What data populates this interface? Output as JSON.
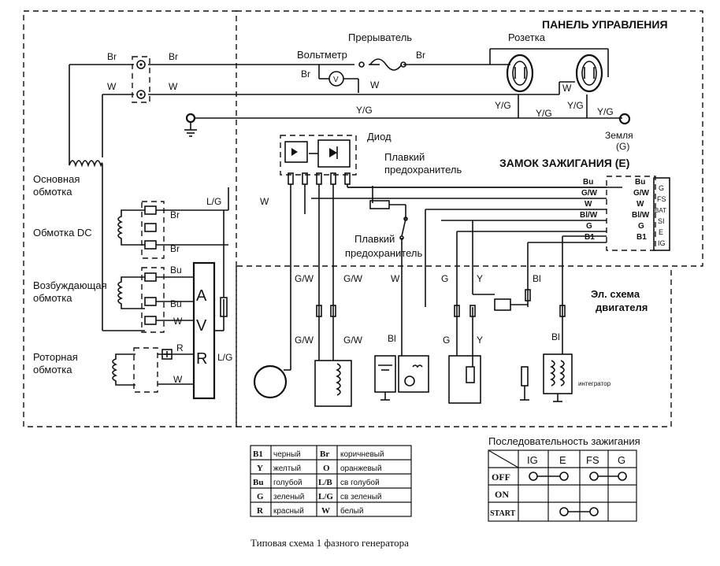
{
  "labels": {
    "control_panel": "ПАНЕЛЬ УПРАВЛЕНИЯ",
    "breaker": "Прерыватель",
    "voltmeter": "Вольтметр",
    "socket": "Розетка",
    "earth": "Земля",
    "earth_g": "(G)",
    "diode": "Диод",
    "fuse1_line1": "Плавкий",
    "fuse1_line2": "предохранитель",
    "fuse2_line1": "Плавкий",
    "fuse2_line2": "предохранитель",
    "ignition_switch": "ЗАМОК ЗАЖИГАНИЯ (E)",
    "main_winding_1": "Основная",
    "main_winding_2": "обмотка",
    "dc_winding": "Обмотка DC",
    "exciter_winding_1": "Возбуждающая",
    "exciter_winding_2": "обмотка",
    "rotor_winding_1": "Роторная",
    "rotor_winding_2": "обмотка",
    "engine_circuit_1": "Эл. схема",
    "engine_circuit_2": "двигателя",
    "integrator": "интегратор",
    "avr_a": "A",
    "avr_v": "V",
    "avr_r": "R",
    "caption": "Типовая схема 1 фазного генератора"
  },
  "wire_codes": {
    "br": "Br",
    "w": "W",
    "yg": "Y/G",
    "lg": "L/G",
    "bu": "Bu",
    "gw": "G/W",
    "g": "G",
    "y": "Y",
    "bl": "Bl",
    "blw": "Bl/W",
    "b1": "B1",
    "r": "R"
  },
  "switch_terminals": [
    "G",
    "FS",
    "BAT",
    "SI",
    "E",
    "IG"
  ],
  "switch_wires_left": [
    "Bu",
    "G/W",
    "W",
    "Bl/W",
    "G",
    "B1"
  ],
  "switch_wires_right": [
    "Bu",
    "G/W",
    "W",
    "Bl/W",
    "G",
    "B1"
  ],
  "color_legend": [
    {
      "code": "B1",
      "name": "черный",
      "code2": "Br",
      "name2": "коричневый"
    },
    {
      "code": "Y",
      "name": "желтый",
      "code2": "O",
      "name2": "оранжевый"
    },
    {
      "code": "Bu",
      "name": "голубой",
      "code2": "L/B",
      "name2": "св голубой"
    },
    {
      "code": "G",
      "name": "зеленый",
      "code2": "L/G",
      "name2": "св зеленый"
    },
    {
      "code": "R",
      "name": "красный",
      "code2": "W",
      "name2": "белый"
    }
  ],
  "ignition_sequence": {
    "title": "Последовательность зажигания",
    "columns": [
      "IG",
      "E",
      "FS",
      "G"
    ],
    "rows": [
      "OFF",
      "ON",
      "START"
    ]
  }
}
